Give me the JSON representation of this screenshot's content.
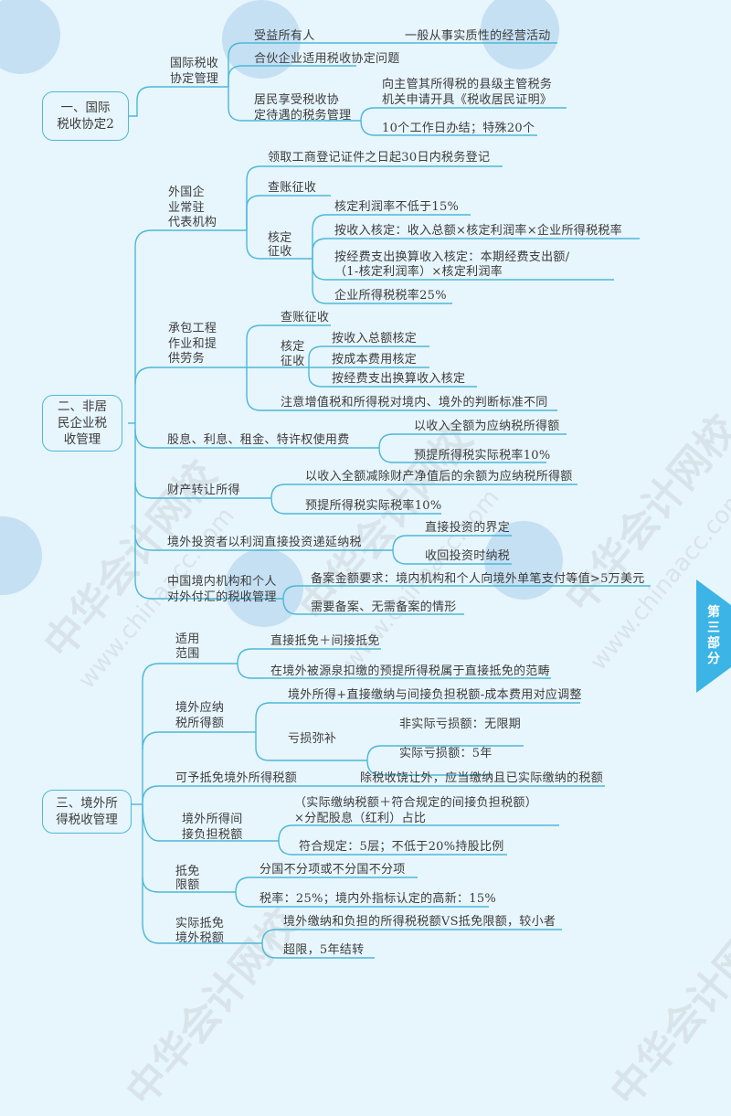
{
  "side_tab": {
    "label": "第\n三\n部\n分",
    "color": "#3cb4e6"
  },
  "colors": {
    "line": "#4db8d6",
    "background": "#e7f5fc",
    "text": "#3c3c3c"
  },
  "watermark": {
    "brand": "中华会计网校",
    "url": "www.chinaacc.com"
  },
  "sections": [
    {
      "title": "一、国际\n税收协定2",
      "branches": [
        {
          "label": "国际税收\n协定管理",
          "children": [
            {
              "label": "受益所有人",
              "children": [
                {
                  "label": "一般从事实质性的经营活动"
                }
              ]
            },
            {
              "label": "合伙企业适用税收协定问题"
            },
            {
              "label": "居民享受税收协\n定待遇的税务管理",
              "children": [
                {
                  "label": "向主管其所得税的县级主管税务\n机关申请开具《税收居民证明》"
                },
                {
                  "label": "10个工作日办结；特殊20个"
                }
              ]
            }
          ]
        }
      ]
    },
    {
      "title": "二、非居\n民企业税\n收管理",
      "branches": [
        {
          "label": "外国企\n业常驻\n代表机构",
          "children": [
            {
              "label": "领取工商登记证件之日起30日内税务登记"
            },
            {
              "label": "查账征收"
            },
            {
              "label": "核定\n征收",
              "children": [
                {
                  "label": "核定利润率不低于15%"
                },
                {
                  "label": "按收入核定：收入总额×核定利润率×企业所得税税率"
                },
                {
                  "label": "按经费支出换算收入核定：本期经费支出额/\n（1-核定利润率）×核定利润率"
                },
                {
                  "label": "企业所得税税率25%"
                }
              ]
            }
          ]
        },
        {
          "label": "承包工程\n作业和提\n供劳务",
          "children": [
            {
              "label": "查账征收"
            },
            {
              "label": "核定\n征收",
              "children": [
                {
                  "label": "按收入总额核定"
                },
                {
                  "label": "按成本费用核定"
                },
                {
                  "label": "按经费支出换算收入核定"
                }
              ]
            },
            {
              "label": "注意增值税和所得税对境内、境外的判断标准不同"
            }
          ]
        },
        {
          "label": "股息、利息、租金、特许权使用费",
          "children": [
            {
              "label": "以收入全额为应纳税所得额"
            },
            {
              "label": "预提所得税实际税率10%"
            }
          ]
        },
        {
          "label": "财产转让所得",
          "children": [
            {
              "label": "以收入全额减除财产净值后的余额为应纳税所得额"
            },
            {
              "label": "预提所得税实际税率10%"
            }
          ]
        },
        {
          "label": "境外投资者以利润直接投资递延纳税",
          "children": [
            {
              "label": "直接投资的界定"
            },
            {
              "label": "收回投资时纳税"
            }
          ]
        },
        {
          "label": "中国境内机构和个人\n对外付汇的税收管理",
          "children": [
            {
              "label": "备案金额要求：境内机构和个人向境外单笔支付等值>5万美元"
            },
            {
              "label": "需要备案、无需备案的情形"
            }
          ]
        }
      ]
    },
    {
      "title": "三、境外所\n得税收管理",
      "branches": [
        {
          "label": "适用\n范围",
          "children": [
            {
              "label": "直接抵免＋间接抵免"
            },
            {
              "label": "在境外被源泉扣缴的预提所得税属于直接抵免的范畴"
            }
          ]
        },
        {
          "label": "境外应纳\n税所得额",
          "children": [
            {
              "label": "境外所得+直接缴纳与间接负担税额-成本费用对应调整"
            },
            {
              "label": "亏损弥补",
              "children": [
                {
                  "label": "非实际亏损额：无限期"
                },
                {
                  "label": "实际亏损额：5年"
                }
              ]
            }
          ]
        },
        {
          "label": "可予抵免境外所得税额",
          "children": [
            {
              "label": "除税收饶让外，应当缴纳且已实际缴纳的税额"
            }
          ]
        },
        {
          "label": "境外所得间\n接负担税额",
          "children": [
            {
              "label": "（实际缴纳税额＋符合规定的间接负担税额）\n×分配股息（红利）占比"
            },
            {
              "label": "符合规定：5层；不低于20%持股比例"
            }
          ]
        },
        {
          "label": "抵免\n限额",
          "children": [
            {
              "label": "分国不分项或不分国不分项"
            },
            {
              "label": "税率：25%；境内外指标认定的高新：15%"
            }
          ]
        },
        {
          "label": "实际抵免\n境外税额",
          "children": [
            {
              "label": "境外缴纳和负担的所得税税额VS抵免限额，较小者"
            },
            {
              "label": "超限，5年结转"
            }
          ]
        }
      ]
    }
  ]
}
